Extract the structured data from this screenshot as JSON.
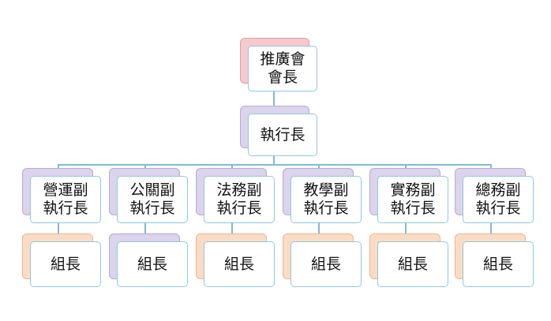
{
  "colors": {
    "connector": "#7fbcd0",
    "root_back": "#f6c9ce",
    "root_back_border": "#e69aa2",
    "exec_back": "#dcd3ec",
    "exec_back_border": "#b8a9d8",
    "vp_back": "#dcd3ec",
    "vp_back_border": "#b8a9d8",
    "leader_back_warm": "#fadcc4",
    "leader_back_warm_border": "#f0b58a",
    "leader_back_cool": "#dcd3ec",
    "leader_back_cool_border": "#b8a9d8"
  },
  "root": {
    "label": "推廣會\n會長"
  },
  "executive": {
    "label": "執行長"
  },
  "vice_executives": [
    {
      "label": "營運副\n執行長",
      "leader": "組長"
    },
    {
      "label": "公關副\n執行長",
      "leader": "組長"
    },
    {
      "label": "法務副\n執行長",
      "leader": "組長"
    },
    {
      "label": "教學副\n執行長",
      "leader": "組長"
    },
    {
      "label": "實務副\n執行長",
      "leader": "組長"
    },
    {
      "label": "總務副\n執行長",
      "leader": "組長"
    }
  ]
}
